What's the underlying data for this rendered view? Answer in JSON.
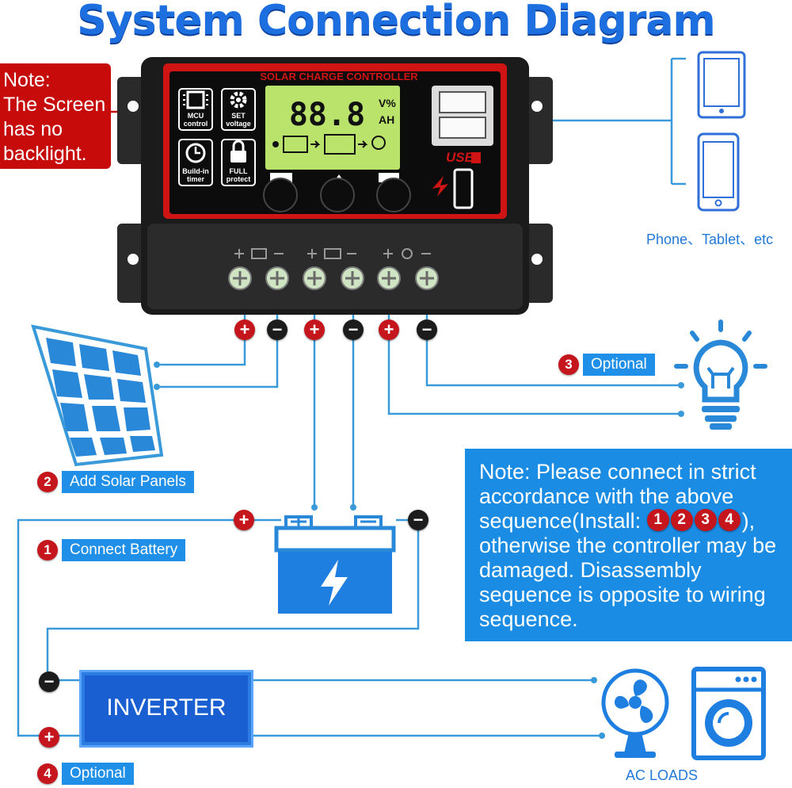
{
  "title": "System Connection Diagram",
  "screen_note": [
    "Note:",
    "The Screen",
    "has no",
    "backlight."
  ],
  "controller": {
    "label": "SOLAR CHARGE CONTROLLER",
    "lcd_digits": "88.8",
    "lcd_unit_top": "V%",
    "lcd_unit_bottom": "AH",
    "usb_label": "USB",
    "buttons": [
      {
        "label_top": "MCU",
        "label_bottom": "control",
        "icon": "chip-icon"
      },
      {
        "label_top": "SET",
        "label_bottom": "voltage",
        "icon": "gear-icon"
      },
      {
        "label_top": "Build-in",
        "label_bottom": "timer",
        "icon": "clock-icon"
      },
      {
        "label_top": "FULL",
        "label_bottom": "protect",
        "icon": "lock-icon"
      }
    ]
  },
  "devices_label": "Phone、Tablet、etc",
  "steps": [
    {
      "number": "1",
      "label": "Connect Battery"
    },
    {
      "number": "2",
      "label": "Add Solar Panels"
    },
    {
      "number": "3",
      "label": "Optional"
    },
    {
      "number": "4",
      "label": "Optional"
    }
  ],
  "warning": {
    "before": "Note: Please connect in strict accordance with the above sequence(Install: ",
    "sequence": [
      "1",
      "2",
      "3",
      "4"
    ],
    "after": "), otherwise the controller may be damaged. Disassembly sequence is opposite to wiring sequence."
  },
  "inverter_label": "INVERTER",
  "ac_loads_label": "AC LOADS",
  "colors": {
    "title_blue": "#1d6fe0",
    "wire_blue": "#3a9ad9",
    "note_red": "#c70b0b",
    "callout_blue": "#1f8fe8",
    "note_blue": "#1a8ce3",
    "positive_red": "#c4161c",
    "negative_black": "#1c1c1c"
  }
}
